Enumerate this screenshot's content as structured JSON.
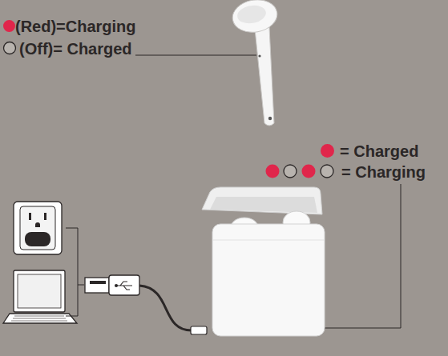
{
  "diagram": {
    "legend": [
      {
        "text": "(Red)=Charging",
        "color": "#e0264b"
      },
      {
        "text": "(Off)= Charged"
      },
      {
        "text": "= Charged",
        "color": "#e0264b"
      },
      {
        "text": "= Charging"
      }
    ]
  }
}
